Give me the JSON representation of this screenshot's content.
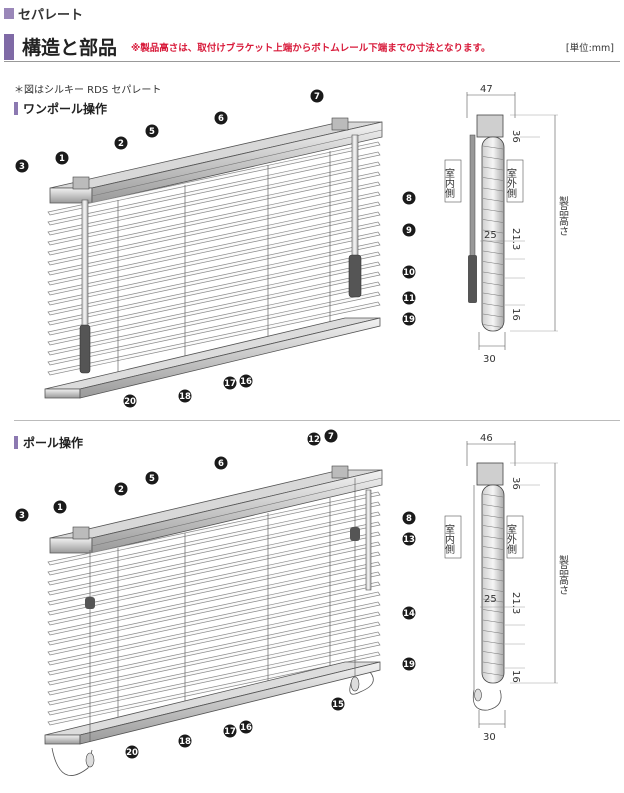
{
  "header": {
    "category": "セパレート",
    "title": "構造と部品",
    "note": "※製品高さは、取付けブラケット上端からボトムレール下端までの寸法となります。",
    "unit": "[単位:mm]"
  },
  "figure_note": "＊図はシルキー RDS セパレート",
  "section1": {
    "title": "ワンポール操作",
    "badges": [
      "7",
      "3",
      "1",
      "2",
      "5",
      "6",
      "8",
      "9",
      "10",
      "11",
      "19",
      "20",
      "18",
      "17",
      "16"
    ],
    "side": {
      "width": "47",
      "dim_top": "36",
      "dim_a": "25",
      "dim_b": "21.3",
      "dim_c": "16",
      "dim_bottom": "30",
      "indoor": "室内側",
      "outdoor": "室外側",
      "height": "製品高さ"
    }
  },
  "section2": {
    "title": "ポール操作",
    "badges": [
      "12",
      "7",
      "3",
      "1",
      "2",
      "5",
      "6",
      "8",
      "13",
      "14",
      "19",
      "15",
      "20",
      "18",
      "17",
      "16"
    ],
    "side": {
      "width": "46",
      "dim_top": "36",
      "dim_a": "25",
      "dim_b": "21.3",
      "dim_c": "16",
      "dim_bottom": "30",
      "indoor": "室内側",
      "outdoor": "室外側",
      "height": "製品高さ"
    }
  }
}
